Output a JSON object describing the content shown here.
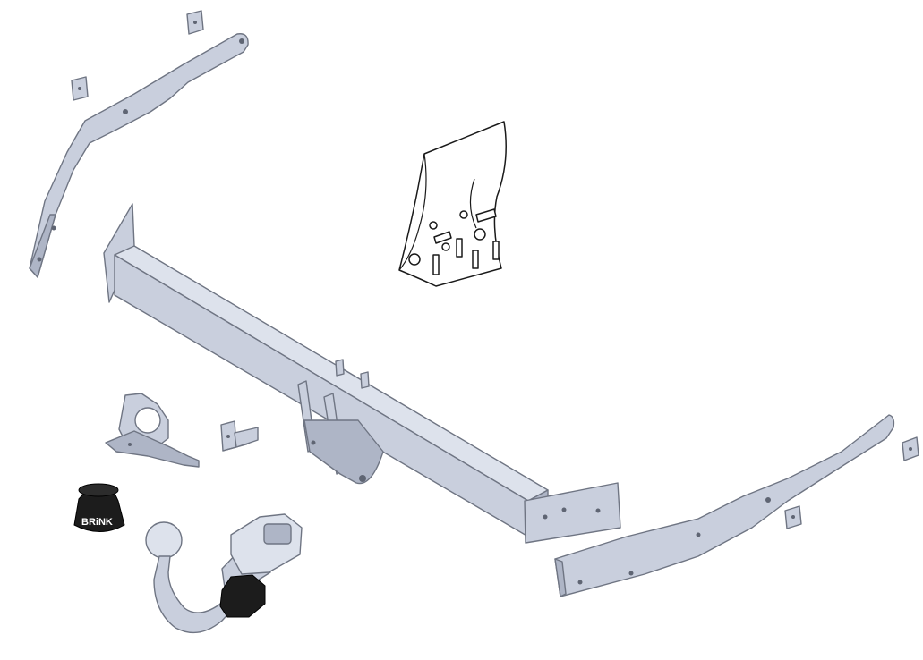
{
  "brand": {
    "logo_text": "BRiNK"
  },
  "colors": {
    "steel": "#c9cfdd",
    "outline": "#6f7583",
    "cap_black": "#1c1c1c",
    "background": "#ffffff"
  },
  "parts": [
    "left-side-bracket",
    "right-side-bracket",
    "main-crossbar",
    "fastener-kit-bag",
    "socket-plate",
    "small-angle-bracket",
    "tow-ball-cap",
    "detachable-tow-ball"
  ]
}
